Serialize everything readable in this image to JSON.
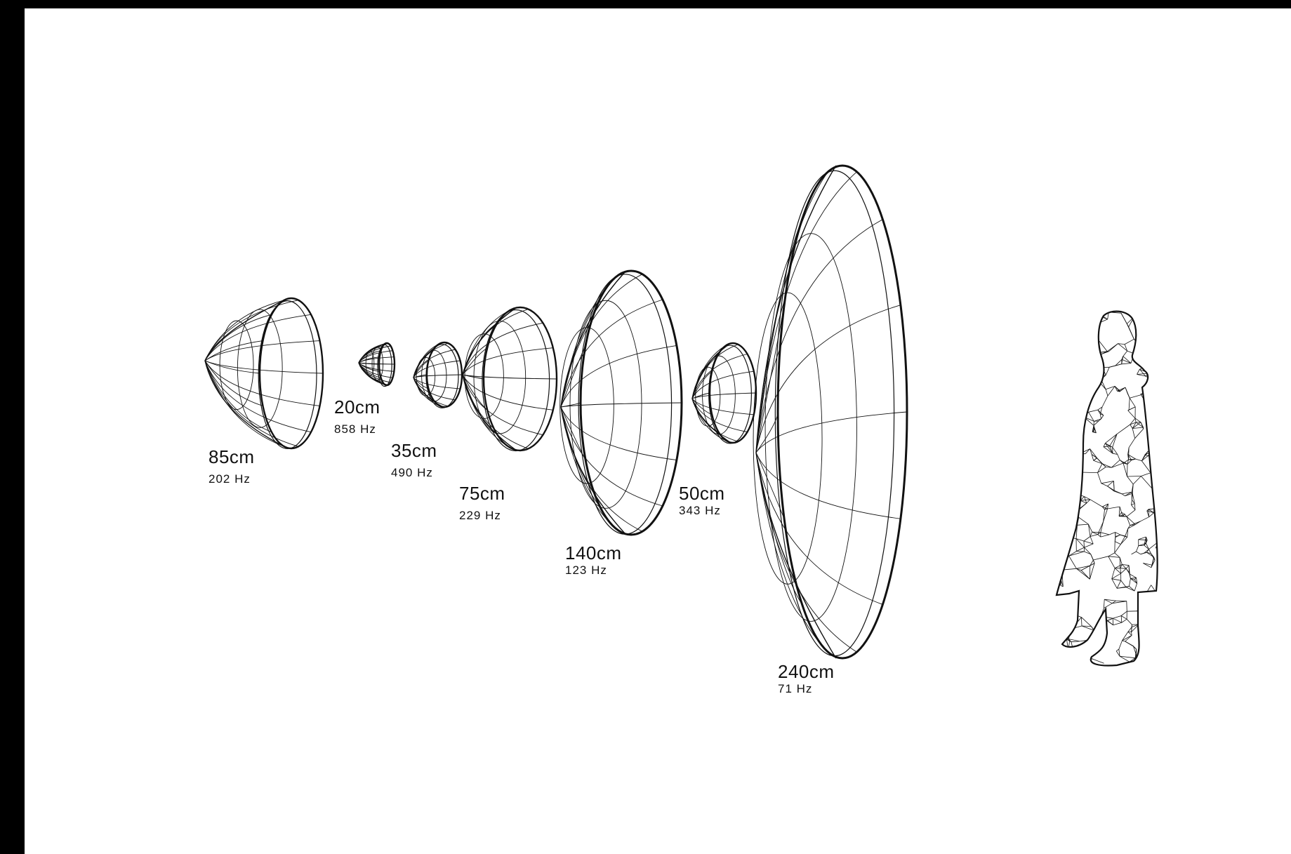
{
  "dishes": [
    {
      "size": "85cm",
      "freq": "202 Hz"
    },
    {
      "size": "20cm",
      "freq": "858 Hz"
    },
    {
      "size": "35cm",
      "freq": "490 Hz"
    },
    {
      "size": "75cm",
      "freq": "229 Hz"
    },
    {
      "size": "140cm",
      "freq": "123 Hz"
    },
    {
      "size": "50cm",
      "freq": "343 Hz"
    },
    {
      "size": "240cm",
      "freq": "71 Hz"
    }
  ],
  "colors": {
    "background": "#ffffff",
    "frame": "#000000",
    "ink": "#111111"
  },
  "icons": [
    "parabolic-dish-wireframe",
    "human-figure-wireframe"
  ]
}
